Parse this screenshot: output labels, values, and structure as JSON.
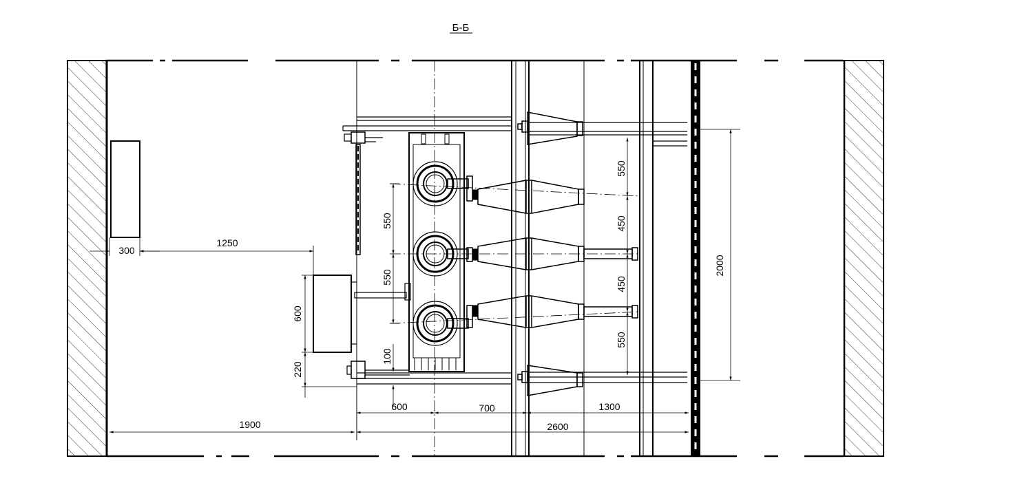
{
  "drawing": {
    "section_label": "Б-Б",
    "dimensions": {
      "d300": "300",
      "d1250": "1250",
      "d600_v": "600",
      "d220": "220",
      "d1900": "1900",
      "d600_h": "600",
      "d700": "700",
      "d2600": "2600",
      "d1300": "1300",
      "d550_a": "550",
      "d550_b": "550",
      "d100": "100",
      "d550_r1": "550",
      "d450_r1": "450",
      "d450_r2": "450",
      "d550_r2": "550",
      "d2000": "2000"
    },
    "colors": {
      "line": "#000000",
      "background": "#ffffff"
    }
  }
}
